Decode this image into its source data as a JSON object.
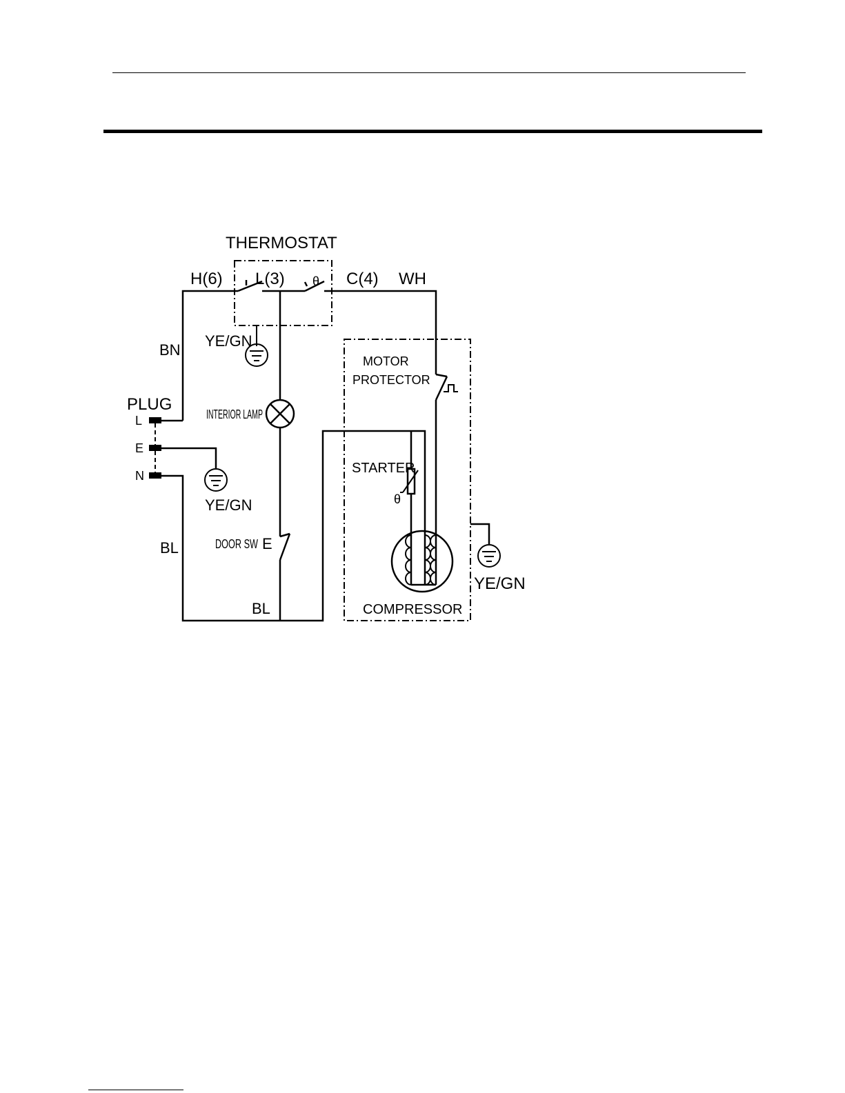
{
  "diagram": {
    "thermostat": {
      "title": "THERMOSTAT",
      "h": "H(6)",
      "l": "L(3)",
      "theta": "θ",
      "c": "C(4)"
    },
    "wires": {
      "wh": "WH",
      "bn": "BN",
      "bl_left": "BL",
      "bl_bottom": "BL"
    },
    "ground_labels": {
      "thermostat": "YE/GN",
      "plug": "YE/GN",
      "compressor": "YE/GN"
    },
    "plug": {
      "title": "PLUG",
      "l": "L",
      "e": "E",
      "n": "N"
    },
    "components": {
      "interior_lamp": "INTERIOR LAMP",
      "door_sw": "DOOR SW",
      "door_sw_e": "E",
      "motor_protector_1": "MOTOR",
      "motor_protector_2": "PROTECTOR",
      "starter": "STARTER",
      "starter_theta": "θ",
      "compressor": "COMPRESSOR"
    }
  }
}
